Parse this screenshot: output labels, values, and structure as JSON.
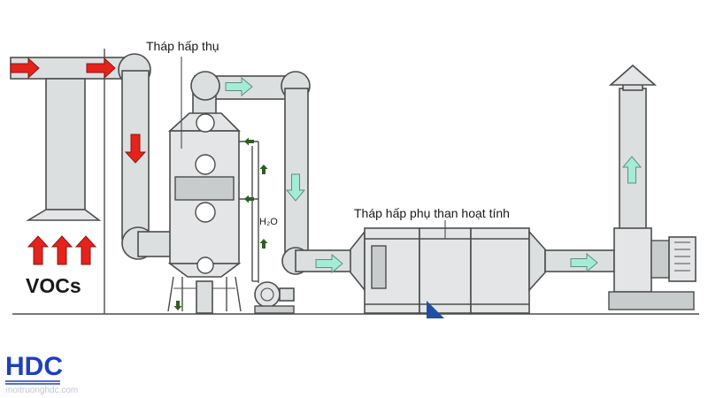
{
  "labels": {
    "absorption_tower": "Tháp hấp thụ",
    "carbon_tower": "Tháp hấp phụ than hoạt tính",
    "water": "H₂O",
    "vocs": "VOCs"
  },
  "logo": {
    "text": "HDC",
    "website": "moitruonghdc.com"
  },
  "colors": {
    "hot_arrow": "#e4231c",
    "clean_arrow": "#8fe3c8",
    "small_arrow": "#2e5e22",
    "logo_blue": "#1d3fbf",
    "accent_triangle": "#1f4fa3"
  },
  "icons": {
    "hot_flow": "red-arrow-icon",
    "clean_flow": "green-outline-arrow-icon",
    "water_flow": "small-green-arrow-icon"
  }
}
